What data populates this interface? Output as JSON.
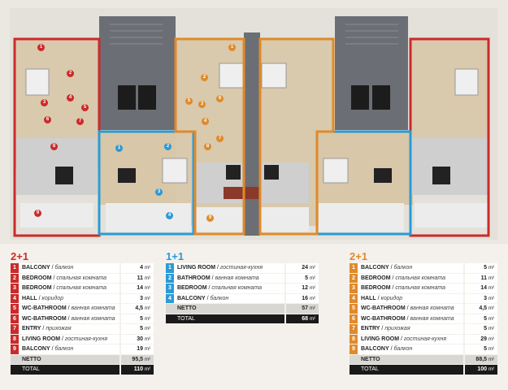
{
  "colors": {
    "red": "#cc2a2a",
    "blue": "#2a9bd6",
    "orange": "#e08a2a",
    "floor": "#d9c9ad",
    "wall": "#5a5a5a",
    "stair": "#6b6e74"
  },
  "units": [
    {
      "title_num": "2+1",
      "title_sep": "",
      "title_suffix": "",
      "color": "#cc2a2a",
      "rows": [
        {
          "n": "1",
          "en": "BALCONY",
          "ru": "балкон",
          "v": "4"
        },
        {
          "n": "2",
          "en": "BEDROOM",
          "ru": "спальная комната",
          "v": "11"
        },
        {
          "n": "3",
          "en": "BEDROOM",
          "ru": "спальная комната",
          "v": "14"
        },
        {
          "n": "4",
          "en": "HALL",
          "ru": "коридор",
          "v": "3"
        },
        {
          "n": "5",
          "en": "WC-BATHROOM",
          "ru": "ванная комната",
          "v": "4,5"
        },
        {
          "n": "6",
          "en": "WC-BATHROOM",
          "ru": "ванная комната",
          "v": "5"
        },
        {
          "n": "7",
          "en": "ENTRY",
          "ru": "прихожая",
          "v": "5"
        },
        {
          "n": "8",
          "en": "LIVING ROOM",
          "ru": "гостиная-кухня",
          "v": "30"
        },
        {
          "n": "9",
          "en": "BALCONY",
          "ru": "балкон",
          "v": "19"
        }
      ],
      "netto_label": "NETTO",
      "netto": "95,5",
      "total_label": "TOTAL",
      "total": "110"
    },
    {
      "title_num": "1+1",
      "color": "#2a9bd6",
      "rows": [
        {
          "n": "1",
          "en": "LIVING ROOM",
          "ru": "гостиная-кухня",
          "v": "24"
        },
        {
          "n": "2",
          "en": "BATHROOM",
          "ru": "ванная комната",
          "v": "5"
        },
        {
          "n": "3",
          "en": "BEDROOM",
          "ru": "спальная комната",
          "v": "12"
        },
        {
          "n": "4",
          "en": "BALCONY",
          "ru": "балкон",
          "v": "16"
        }
      ],
      "netto_label": "NETTO",
      "netto": "57",
      "total_label": "TOTAL",
      "total": "68"
    },
    {
      "title_num": "2+1",
      "color": "#e08a2a",
      "rows": [
        {
          "n": "1",
          "en": "BALCONY",
          "ru": "балкон",
          "v": "5"
        },
        {
          "n": "2",
          "en": "BEDROOM",
          "ru": "спальная комната",
          "v": "11"
        },
        {
          "n": "3",
          "en": "BEDROOM",
          "ru": "спальная комната",
          "v": "14"
        },
        {
          "n": "4",
          "en": "HALL",
          "ru": "коридор",
          "v": "3"
        },
        {
          "n": "5",
          "en": "WC-BATHROOM",
          "ru": "ванная комната",
          "v": "4,5"
        },
        {
          "n": "6",
          "en": "WC-BATHROOM",
          "ru": "ванная комната",
          "v": "5"
        },
        {
          "n": "7",
          "en": "ENTRY",
          "ru": "прихожая",
          "v": "5"
        },
        {
          "n": "8",
          "en": "LIVING ROOM",
          "ru": "гостиная-кухня",
          "v": "29"
        },
        {
          "n": "9",
          "en": "BALCONY",
          "ru": "балкон",
          "v": "5"
        }
      ],
      "netto_label": "NETTO",
      "netto": "88,5",
      "total_label": "TOTAL",
      "total": "100"
    }
  ],
  "unit_symbol": "m²",
  "plan_badges": {
    "red": [
      "1",
      "2",
      "3",
      "4",
      "5",
      "6",
      "7",
      "8",
      "9"
    ],
    "blue": [
      "1",
      "2",
      "3",
      "4"
    ],
    "orange": [
      "1",
      "2",
      "3",
      "4",
      "5",
      "6",
      "7",
      "8",
      "9"
    ]
  }
}
